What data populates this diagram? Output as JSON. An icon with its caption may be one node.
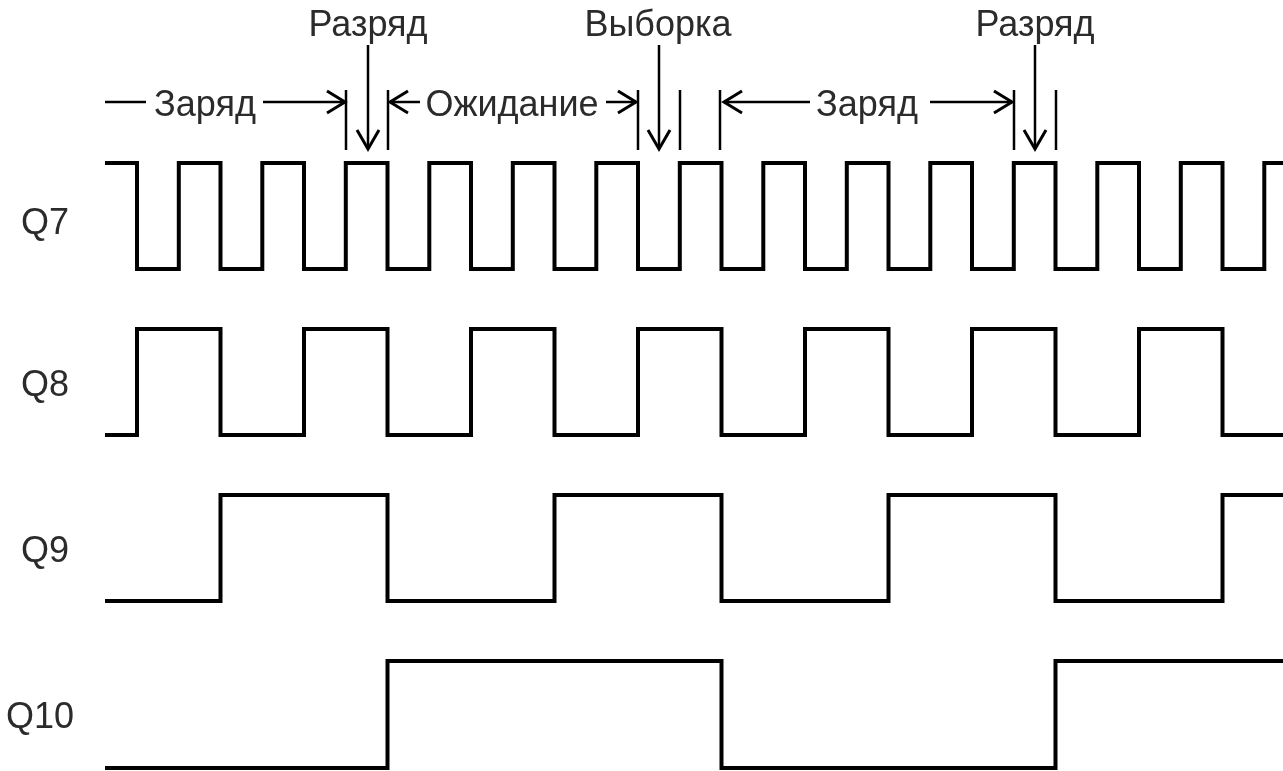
{
  "diagram": {
    "labels": [
      "Разряд",
      "Выборка",
      "Разряд",
      "Заряд",
      "Ожидание",
      "Заряд",
      "Q7",
      "Q8",
      "Q9",
      "Q10"
    ]
  }
}
